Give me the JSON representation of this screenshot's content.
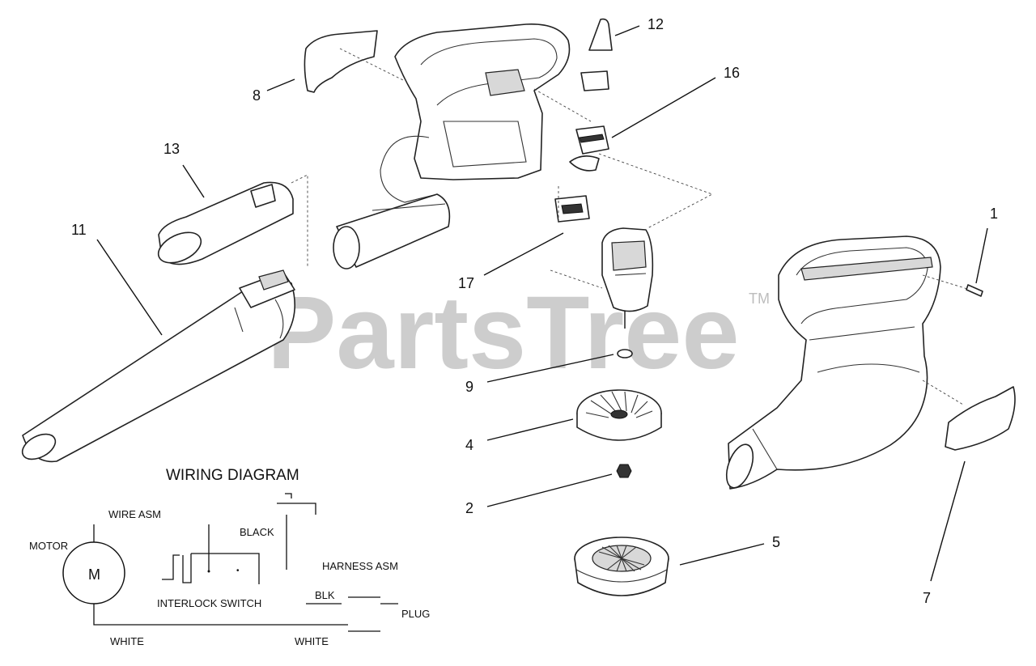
{
  "watermark": {
    "text": "PartsTree",
    "mark": "TM"
  },
  "callouts": [
    {
      "id": "1",
      "label": "1"
    },
    {
      "id": "2",
      "label": "2"
    },
    {
      "id": "4",
      "label": "4"
    },
    {
      "id": "5",
      "label": "5"
    },
    {
      "id": "7",
      "label": "7"
    },
    {
      "id": "8",
      "label": "8"
    },
    {
      "id": "9",
      "label": "9"
    },
    {
      "id": "11",
      "label": "11"
    },
    {
      "id": "12",
      "label": "12"
    },
    {
      "id": "13",
      "label": "13"
    },
    {
      "id": "16",
      "label": "16"
    },
    {
      "id": "17",
      "label": "17"
    }
  ],
  "wiring": {
    "title": "WIRING DIAGRAM",
    "motor_label": "MOTOR",
    "motor_symbol": "M",
    "wire_asm": "WIRE ASM",
    "black": "BLACK",
    "harness_asm": "HARNESS ASM",
    "interlock_switch": "INTERLOCK SWITCH",
    "blk": "BLK",
    "plug": "PLUG",
    "white_left": "WHITE",
    "white_right": "WHITE"
  }
}
